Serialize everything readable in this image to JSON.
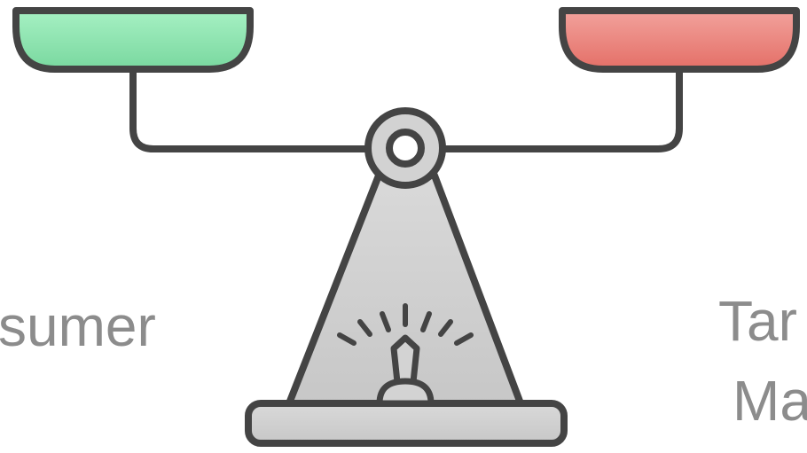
{
  "diagram": {
    "left_label": "sumer",
    "right_label_line1": "Tar",
    "right_label_line2": "Ma"
  },
  "colors": {
    "left_pan": "#8ee2b1",
    "right_pan": "#ea8a84",
    "scale_body": "#cfcfcf",
    "outline": "#3f3f3f",
    "label_text": "#8c8c8c"
  },
  "icons": {
    "left_pan": "balance-pan-icon",
    "right_pan": "balance-pan-icon",
    "pivot": "pivot-ring-icon",
    "stand": "balance-stand-icon",
    "gauge": "gauge-needle-icon"
  }
}
